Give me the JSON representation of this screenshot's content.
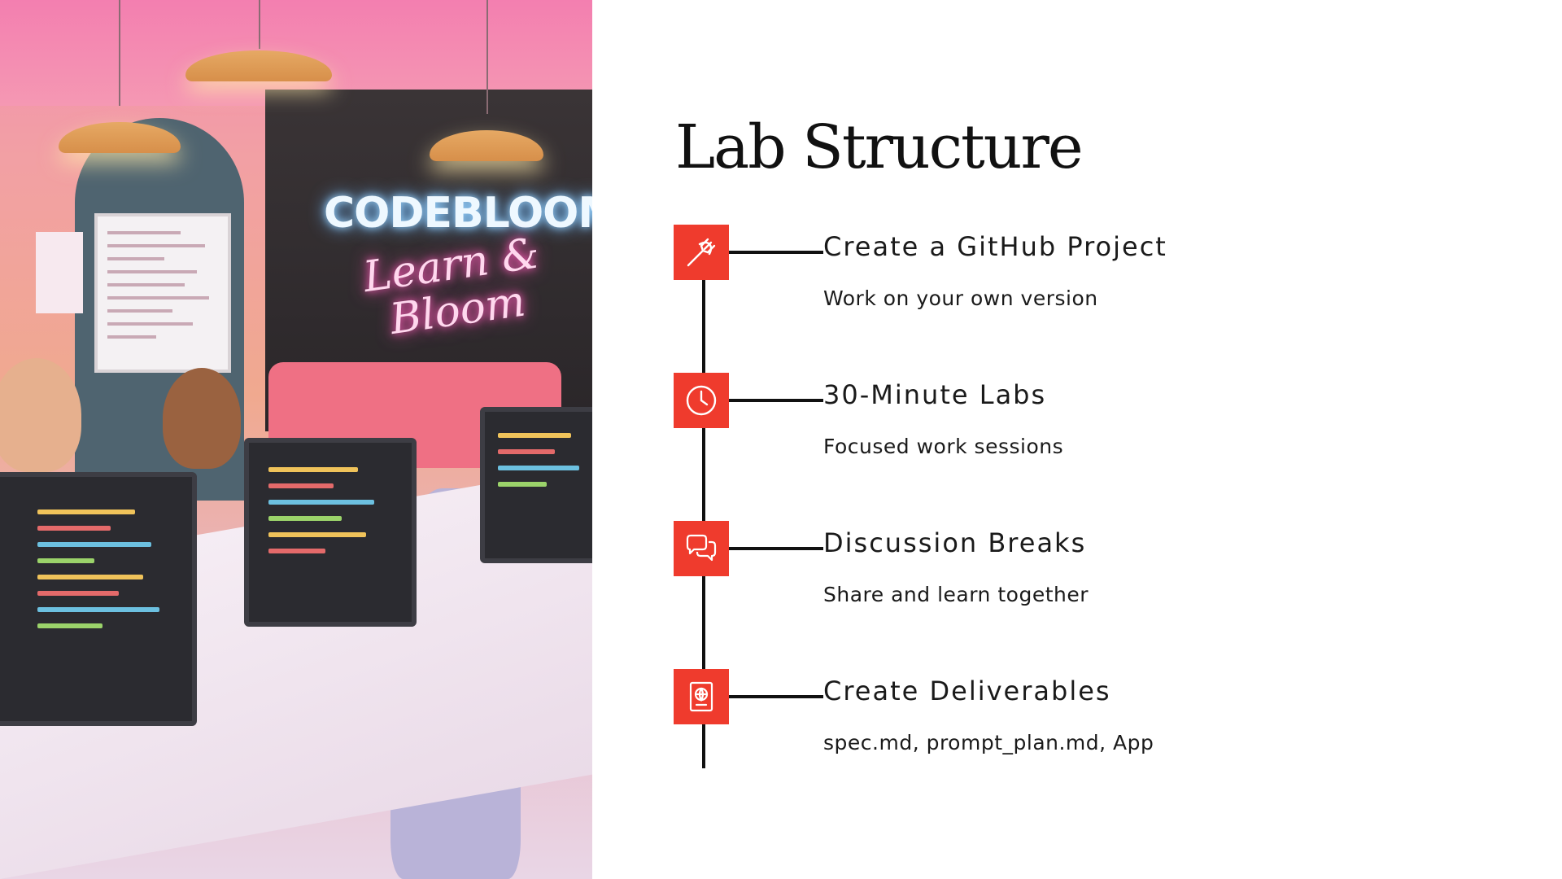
{
  "slide": {
    "title": "Lab Structure",
    "accent_color": "#ef3b2d",
    "line_color": "#111111"
  },
  "image": {
    "neon_sign_line1": "CODEBLOOM",
    "neon_sign_line2": "Learn &",
    "neon_sign_line3": "Bloom"
  },
  "items": [
    {
      "icon": "fork-icon",
      "label": "Create a GitHub Project",
      "description": "Work on your own version"
    },
    {
      "icon": "clock-icon",
      "label": "30-Minute Labs",
      "description": "Focused work sessions"
    },
    {
      "icon": "chat-bubbles-icon",
      "label": "Discussion Breaks",
      "description": "Share and learn together"
    },
    {
      "icon": "passport-icon",
      "label": "Create Deliverables",
      "description": "spec.md, prompt_plan.md, App"
    }
  ]
}
